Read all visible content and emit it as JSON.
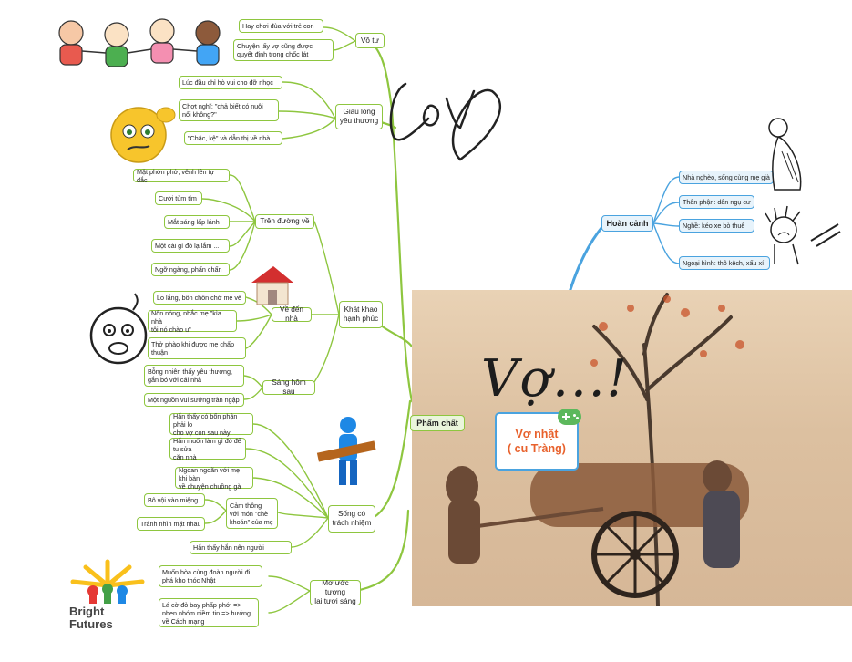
{
  "center": {
    "line1": "Vợ nhặt",
    "line2": "( cu Tràng)"
  },
  "title": "Vợ...!",
  "branches": {
    "hoan_canh": {
      "label": "Hoàn cảnh",
      "items": [
        "Nhà nghèo, sống cùng mẹ già",
        "Thân phận: dân ngụ cư",
        "Nghề: kéo xe bò thuê",
        "Ngoại hình: thô kệch, xấu xí"
      ]
    },
    "pham_chat": {
      "label": "Phẩm chất",
      "vo_tu": {
        "label": "Vô tư",
        "items": [
          "Hay chơi đùa với trẻ con",
          "Chuyện lấy vợ cũng được\nquyết định trong chốc lát"
        ]
      },
      "giau_long": {
        "label": "Giàu lòng\nyêu thương",
        "items": [
          "Lúc đầu chỉ hò vui cho đỡ nhọc",
          "Chợt nghĩ: \"chả biết có nuôi\nnổi không?\"",
          "\"Chậc, kệ\" và dẫn thị về nhà"
        ]
      },
      "khat_khao": {
        "label": "Khát khao\nhạnh phúc",
        "tren_duong": {
          "label": "Trên đường về",
          "items": [
            "Mặt phớn phở, vênh lên tự đắc",
            "Cười tủm tỉm",
            "Mắt sáng lấp lánh",
            "Một cái gì đó lạ lắm ...",
            "Ngỡ ngàng, phấn chấn"
          ]
        },
        "ve_den": {
          "label": "Về đến nhà",
          "items": [
            "Lo lắng, bồn chồn chờ mẹ về",
            "Nôn nóng, nhắc mẹ \"kìa nhà\ntôi nó chào u\"",
            "Thở phào khi được mẹ chấp\nthuận"
          ]
        },
        "sang_hom": {
          "label": "Sáng hôm sau",
          "items": [
            "Bỗng nhiên thấy yêu thương,\ngắn bó với cái nhà",
            "Một nguồn vui sướng tràn ngập"
          ]
        }
      },
      "song_co": {
        "label": "Sống có\ntrách nhiệm",
        "items": [
          "Hắn thấy có bổn phận phải lo\ncho vợ con sau này",
          "Hắn muốn làm gì đó để tu sửa\ncăn nhà",
          "Ngoan ngoãn với mẹ khi bàn\nvề chuyện chuồng gà",
          "Hắn thấy hắn nên người"
        ],
        "cam_thong": {
          "label": "Cảm thông\nvới món \"chè\nkhoán\" của mẹ",
          "items": [
            "Bô vội vào miệng",
            "Tránh nhìn mặt nhau"
          ]
        }
      },
      "mo_uoc": {
        "label": "Mơ ước tương\nlai tươi sáng",
        "items": [
          "Muốn hòa cùng đoàn người đi\nphá kho thóc Nhật",
          "Lá cờ đỏ bay phấp phới =>\nnhen nhóm niềm tin => hướng\nvề Cách mạng"
        ]
      }
    }
  },
  "logo": {
    "line1": "Bright",
    "line2": "Futures"
  },
  "colors": {
    "branch_green": "#8ec63f",
    "branch_blue": "#4aa3df",
    "center_text": "#e8612c"
  }
}
